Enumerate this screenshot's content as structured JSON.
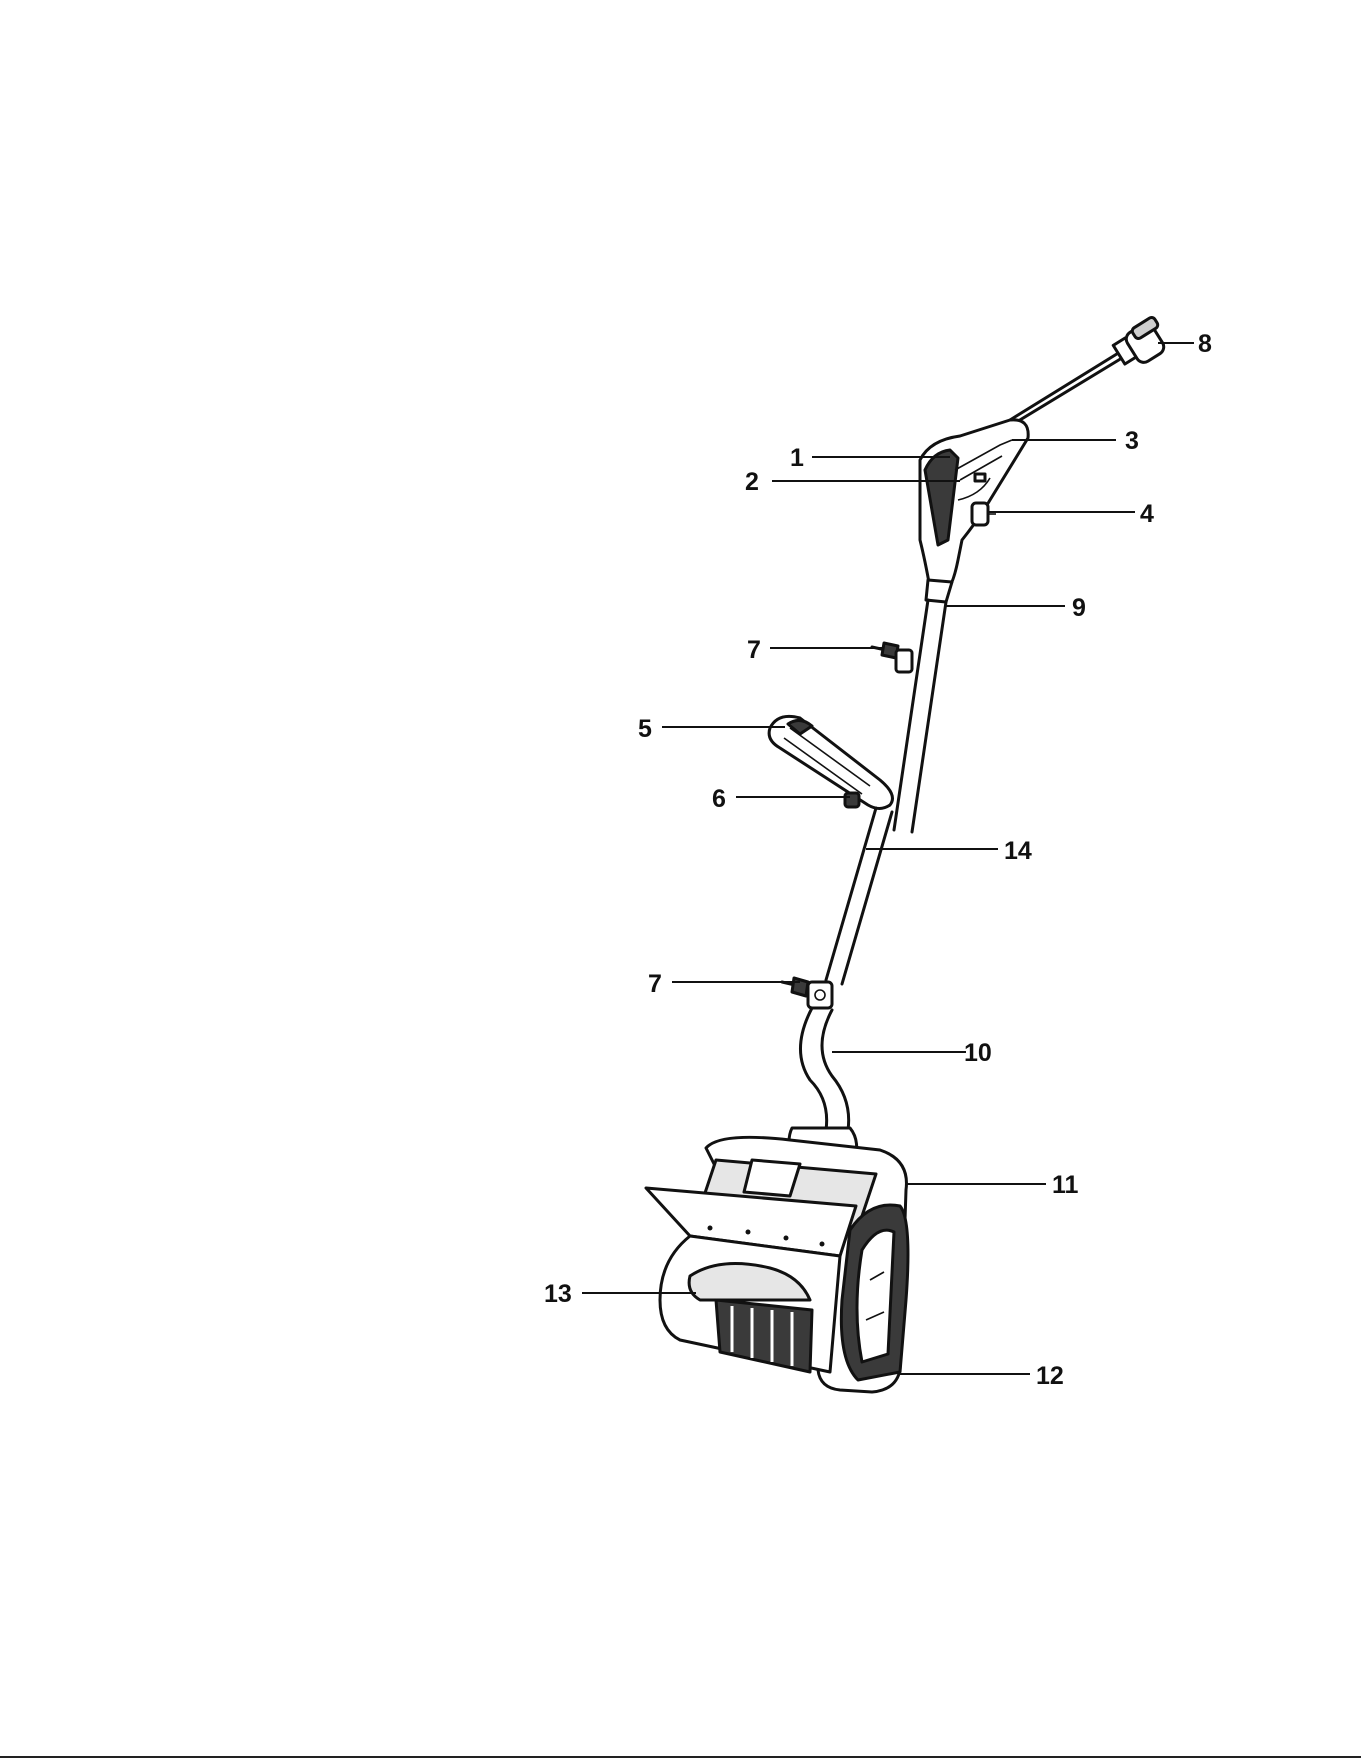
{
  "callouts": [
    {
      "label": "1"
    },
    {
      "label": "2"
    },
    {
      "label": "3"
    },
    {
      "label": "4"
    },
    {
      "label": "8"
    },
    {
      "label": "9"
    },
    {
      "label": "7"
    },
    {
      "label": "5"
    },
    {
      "label": "6"
    },
    {
      "label": "14"
    },
    {
      "label": "7"
    },
    {
      "label": "10"
    },
    {
      "label": "11"
    },
    {
      "label": "13"
    },
    {
      "label": "12"
    }
  ],
  "colors": {
    "ink": "#111111",
    "background": "#ffffff",
    "shade": "#3a3a3a",
    "light": "#e6e6e6"
  }
}
